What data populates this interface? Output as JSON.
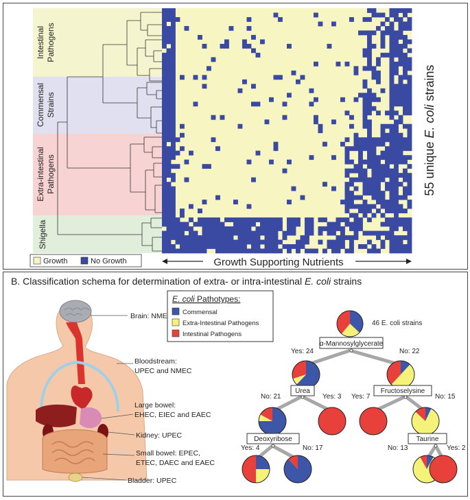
{
  "panelA": {
    "groups": [
      {
        "label_line1": "Intestinal",
        "label_line2": "Pathogens",
        "color": "#f4f5cf"
      },
      {
        "label_line1": "Commensal",
        "label_line2": "Strains",
        "color": "#e0e0f1"
      },
      {
        "label_line1": "Extra-intestinal",
        "label_line2": "Pathogens",
        "color": "#f8d3d3"
      },
      {
        "label_line1": "Shigella",
        "label_line2": "",
        "color": "#e1eedc"
      }
    ],
    "legend": {
      "growth_label": "Growth",
      "no_growth_label": "No Growth",
      "growth_color": "#f7f5c1",
      "no_growth_color": "#3a4aa3"
    },
    "x_axis_label": "Growth Supporting Nutrients",
    "y_axis_label_pre": "55 unique ",
    "y_axis_label_italic": "E. coli",
    "y_axis_label_post": " strains"
  },
  "panelB": {
    "title_pre": "B. Classification schema for determination of extra- or intra-intestinal ",
    "title_italic": "E. coli",
    "title_post": " strains",
    "body_labels": [
      {
        "text": "Brain: NMEC"
      },
      {
        "text": "Bloodstream:"
      },
      {
        "text": "UPEC and NMEC"
      },
      {
        "text": "Large bowel:"
      },
      {
        "text": "EHEC, EIEC and EAEC"
      },
      {
        "text": "Kidney: UPEC"
      },
      {
        "text": "Small bowel: EPEC,"
      },
      {
        "text": "ETEC, DAEC and EAEC"
      },
      {
        "text": "Bladder: UPEC"
      }
    ],
    "pathotype_legend": {
      "title_italic": "E. coli",
      "title_post": " Pathotypes:",
      "items": [
        {
          "label": "Commensal",
          "color": "#3e56a8"
        },
        {
          "label": "Extra-Intestinal Pathogens",
          "color": "#f5f27a"
        },
        {
          "label": "Intestinal Pathogens",
          "color": "#e8413b"
        }
      ]
    },
    "tree": {
      "root_label": "46 E. coli strains",
      "nodes": [
        {
          "name": "α-Mannosylglycerate",
          "yes": "Yes: 24",
          "no": "No: 22"
        },
        {
          "name": "Urea",
          "yes": "No: 21",
          "no": "Yes: 3"
        },
        {
          "name": "Fructoselysine",
          "yes": "Yes: 7",
          "no": "No: 15"
        },
        {
          "name": "Deoxyribose",
          "yes": "Yes: 4",
          "no": "No: 17"
        },
        {
          "name": "Taurine",
          "yes": "No: 13",
          "no": "Yes: 2"
        }
      ]
    }
  }
}
